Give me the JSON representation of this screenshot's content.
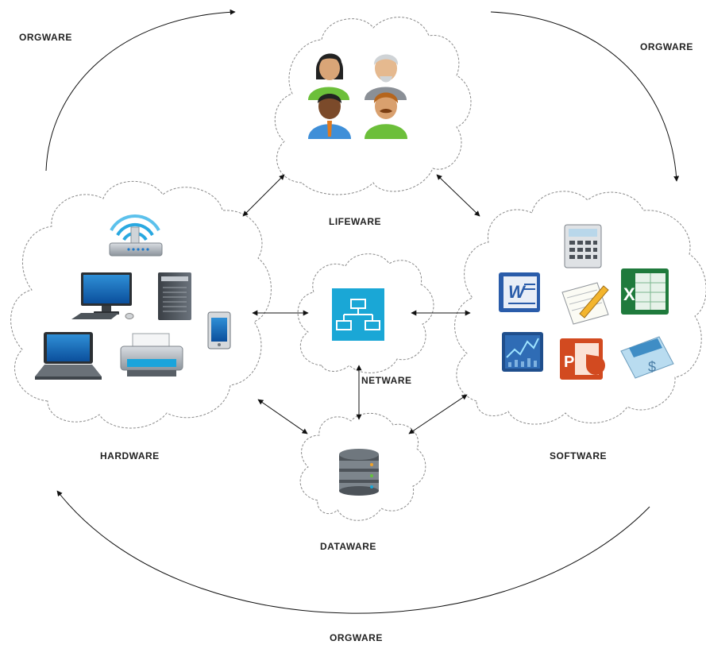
{
  "labels": {
    "orgware_top_left": "ORGWARE",
    "orgware_top_right": "ORGWARE",
    "orgware_bottom": "ORGWARE",
    "lifeware": "LIFEWARE",
    "hardware": "HARDWARE",
    "software": "SOFTWARE",
    "netware": "NETWARE",
    "dataware": "DATAWARE"
  },
  "colors": {
    "cloud_stroke": "#8a8a8a",
    "line": "#111111",
    "accent": "#1aa7d6"
  }
}
